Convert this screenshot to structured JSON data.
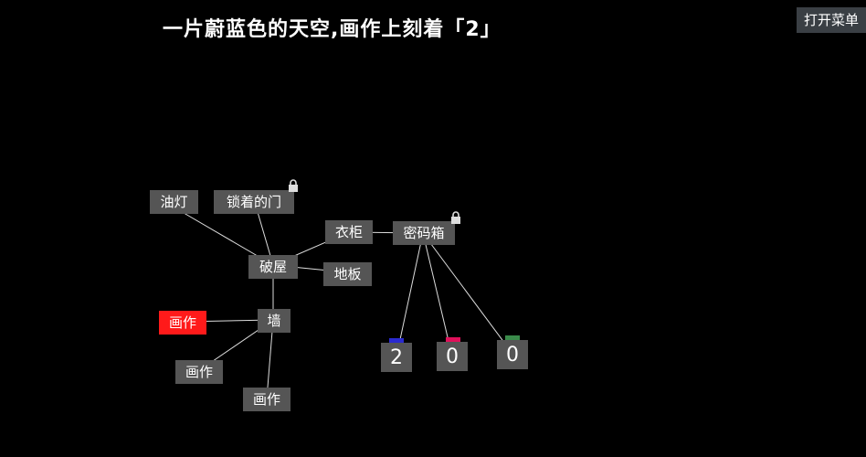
{
  "header": {
    "title": "一片蔚蓝色的天空,画作上刻着「2」"
  },
  "menu": {
    "label": "打开菜单"
  },
  "nodes": {
    "oil_lamp": "油灯",
    "locked_door": "锁着的门",
    "ruined_house": "破屋",
    "wardrobe": "衣柜",
    "floor": "地板",
    "wall": "墙",
    "painting_1": "画作",
    "painting_2": "画作",
    "painting_3": "画作",
    "code_box": "密码箱"
  },
  "code_box": {
    "digits": [
      "2",
      "0",
      "0"
    ],
    "tab_colors": [
      "#2a2ad0",
      "#e0105a",
      "#3a8a4a"
    ]
  },
  "colors": {
    "node_bg": "#555555",
    "selected": "#ff1a1a",
    "background": "#000000",
    "lines": "#dddddd"
  }
}
